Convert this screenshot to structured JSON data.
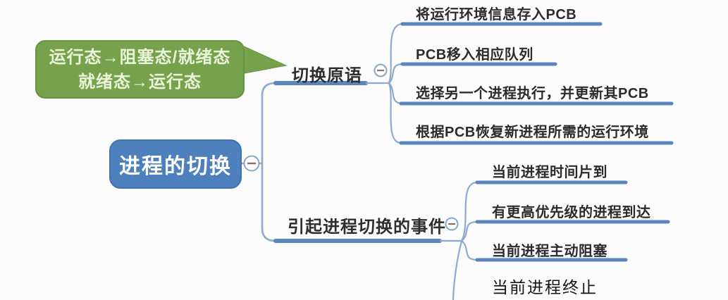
{
  "callout": {
    "line1": "运行态→阻塞态/就绪态",
    "line2": "就绪态→运行态",
    "fill": "#76a24c",
    "text_color": "#e9f4da"
  },
  "root": {
    "label": "进程的切换",
    "fill": "#4d80bd",
    "text_color": "#ffffff"
  },
  "branches": [
    {
      "label": "切换原语",
      "children": [
        "将运行环境信息存入PCB",
        "PCB移入相应队列",
        "选择另一个进程执行，并更新其PCB",
        "根据PCB恢复新进程所需的运行环境"
      ]
    },
    {
      "label": "引起进程切换的事件",
      "children": [
        "当前进程时间片到",
        "有更高优先级的进程到达",
        "当前进程主动阻塞",
        "当前进程终止"
      ]
    }
  ],
  "colors": {
    "branch_line_thick": "#5b86bd",
    "branch_line_thin": "#8fa9cf",
    "collapse_ring": "#8aa5cc",
    "collapse_minus": "#8a7060",
    "background": "#fcfcfc"
  }
}
